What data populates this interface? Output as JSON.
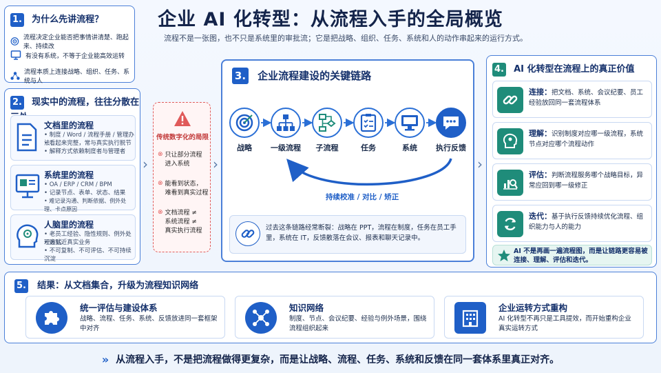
{
  "header": {
    "title": "企业 AI 化转型：从流程入手的全局概览",
    "subtitle": "流程不是一张图，也不只是系统里的审批流；它是把战略、组织、任务、系统和人的动作串起来的运行方式。"
  },
  "sec1": {
    "num": "1.",
    "title": "为什么先讲流程？",
    "items": [
      {
        "icon": "target-icon",
        "text": "流程决定企业能否把事情讲清楚、跑起来、持续改"
      },
      {
        "icon": "monitor-icon",
        "text": "有没有系统，不等于企业能高效运转"
      },
      {
        "icon": "network-icon",
        "text": "流程本质上连接战略、组织、任务、系统与人"
      }
    ]
  },
  "sec2": {
    "num": "2.",
    "title": "现实中的流程，往往分散在三处",
    "groups": [
      {
        "icon": "document-icon",
        "title": "文档里的流程",
        "bullets": [
          "• 制度 / Word / 流程手册 / 管理办法",
          "• 看起来完整，常与真实执行脱节",
          "• 解释方式依赖制度者与管理者"
        ]
      },
      {
        "icon": "system-icon",
        "title": "系统里的流程",
        "bullets": [
          "• OA / ERP / CRM / BPM",
          "• 记录节点、表单、状态、结果",
          "• 难记录沟通、判断依据、例外处理、卡点原因"
        ]
      },
      {
        "icon": "brain-icon",
        "title": "人脑里的流程",
        "bullets": [
          "• 老员工经验、隐性规则、例外处理方式",
          "• 最贴近真实业务",
          "• 不可复制、不可评估、不可持续沉淀"
        ]
      }
    ]
  },
  "limits": {
    "title": "传统数字化的局限",
    "items": [
      "只让部分流程\n进入系统",
      "能看到状态，\n难看到真实过程",
      "文档流程 ≠\n系统流程 ≠\n真实执行流程"
    ]
  },
  "sec3": {
    "num": "3.",
    "title": "企业流程建设的关键链路",
    "nodes": [
      {
        "icon": "target-icon",
        "label": "战略"
      },
      {
        "icon": "org-chart-icon",
        "label": "一级流程"
      },
      {
        "icon": "flowchart-icon",
        "label": "子流程"
      },
      {
        "icon": "checklist-icon",
        "label": "任务"
      },
      {
        "icon": "monitor-icon",
        "label": "系统"
      },
      {
        "icon": "chat-icon",
        "label": "执行反馈"
      }
    ],
    "loop_label": "持续校准 / 对比 / 矫正",
    "note": "过去这条链路经常断裂：战略在 PPT，流程在制度，任务在员工手里，系统在 IT，反馈散落在会议、报表和聊天记录中。"
  },
  "sec4": {
    "num": "4.",
    "title": "AI 化转型在流程上的真正价值",
    "items": [
      {
        "icon": "link-icon",
        "head": "连接：",
        "text": "把文档、系统、会议纪要、员工经验放回同一套流程体系"
      },
      {
        "icon": "brain-icon",
        "head": "理解：",
        "text": "识别制度对应哪一级流程，系统节点对应哪个流程动作"
      },
      {
        "icon": "analytics-icon",
        "head": "评估：",
        "text": "判断流程服务哪个战略目标，异常应回到哪一级修正"
      },
      {
        "icon": "refresh-icon",
        "head": "迭代：",
        "text": "基于执行反馈持续优化流程、组织能力与人的能力"
      }
    ],
    "star_note": "AI 不是再画一遍流程图，而是让链路更容易被连接、理解、评估和迭代。"
  },
  "sec5": {
    "num": "5.",
    "title": "结果：从文档集合，升级为流程知识网络",
    "items": [
      {
        "icon": "puzzle-icon",
        "title": "统一评估与建设体系",
        "text": "战略、流程、任务、系统、反馈放进同一套框架中对齐"
      },
      {
        "icon": "hub-icon",
        "title": "知识网络",
        "text": "制度、节点、会议纪要、经验与例外场景，围绕流程组织起来"
      },
      {
        "icon": "building-icon",
        "title": "企业运转方式重构",
        "text": "AI 化转型不再只是工具提效，而开始重构企业真实运转方式"
      }
    ]
  },
  "footer": {
    "text": "从流程入手，不是把流程做得更复杂，而是让战略、流程、任务、系统和反馈在同一套体系里真正对齐。"
  },
  "colors": {
    "primary": "#1f5fc7",
    "teal": "#1f8c7a",
    "red": "#e05a5a"
  }
}
